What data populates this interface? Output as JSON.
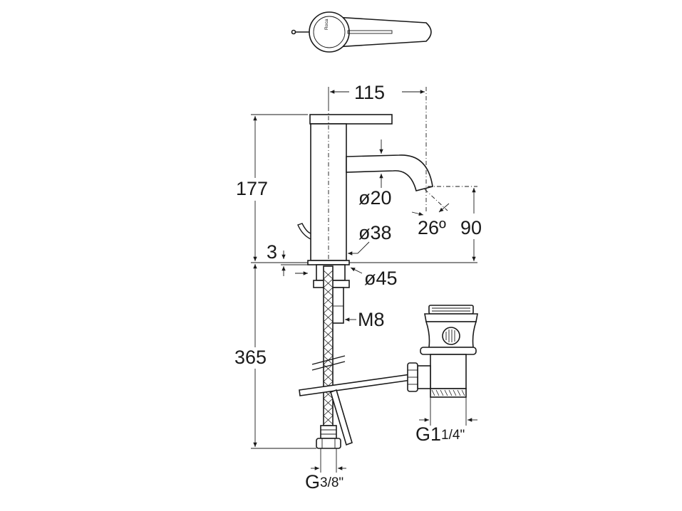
{
  "diagram": {
    "dimensions": {
      "spout_reach": "115",
      "total_height": "177",
      "spout_height": "90",
      "spout_diameter": "ø20",
      "body_diameter": "ø38",
      "base_diameter": "ø45",
      "base_thickness": "3",
      "spout_angle": "26º",
      "supply_hose_length": "365",
      "threaded_rod": "M8",
      "supply_thread_main": "G",
      "supply_thread_frac": "3/8\"",
      "waste_thread_main": "G1",
      "waste_thread_frac": "1/4\""
    },
    "logo_text": "Roca"
  }
}
